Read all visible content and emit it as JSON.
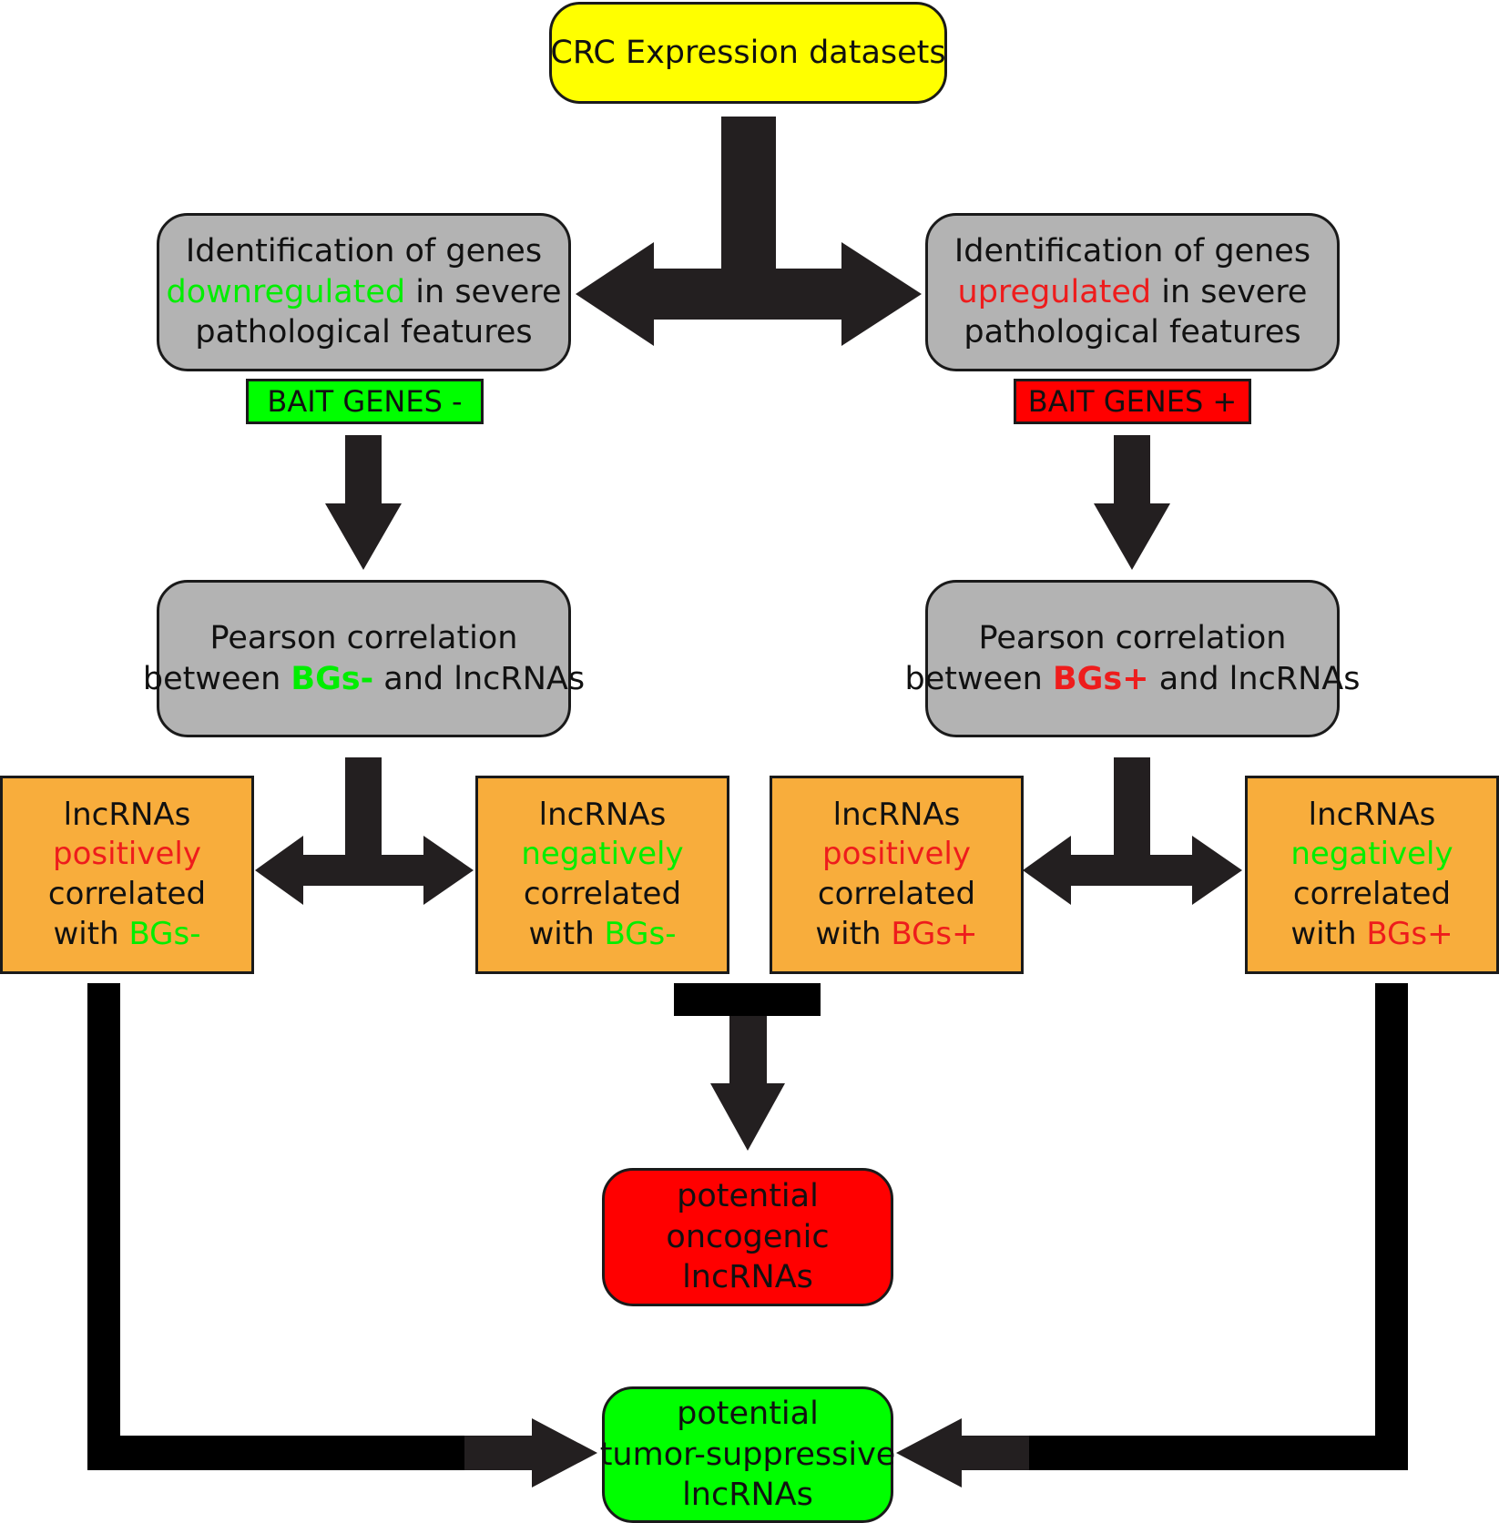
{
  "colors": {
    "start": "#ffff00",
    "process": "#b3b3b3",
    "result": "#f8ad3c",
    "oncogenic": "#ff0000",
    "suppressive": "#00ff00",
    "down_text": "#00ee00",
    "up_text": "#ee1c1c",
    "arrow": "#231f20"
  },
  "start": {
    "label": "CRC Expression datasets"
  },
  "left": {
    "identify": {
      "l1": "Identification of genes",
      "l2a": "downregulated",
      "l2b": " in severe",
      "l3": "pathological features"
    },
    "bait": "BAIT GENES -",
    "pearson": {
      "l1": "Pearson correlation",
      "l2a": "between ",
      "l2b": "BGs-",
      "l2c": " and lncRNAs"
    },
    "pos": {
      "l1": "lncRNAs",
      "l2": "positively",
      "l3": "correlated",
      "l4a": "with ",
      "l4b": "BGs-"
    },
    "neg": {
      "l1": "lncRNAs",
      "l2": "negatively",
      "l3": "correlated",
      "l4a": "with ",
      "l4b": "BGs-"
    }
  },
  "right": {
    "identify": {
      "l1": "Identification of genes",
      "l2a": "upregulated",
      "l2b": " in severe",
      "l3": "pathological features"
    },
    "bait": "BAIT GENES +",
    "pearson": {
      "l1": "Pearson correlation",
      "l2a": "between ",
      "l2b": "BGs+",
      "l2c": " and lncRNAs"
    },
    "pos": {
      "l1": "lncRNAs",
      "l2": "positively",
      "l3": "correlated",
      "l4a": "with ",
      "l4b": "BGs+"
    },
    "neg": {
      "l1": "lncRNAs",
      "l2": "negatively",
      "l3": "correlated",
      "l4a": "with ",
      "l4b": "BGs+"
    }
  },
  "oncogenic": {
    "l1": "potential",
    "l2": "oncogenic",
    "l3": "lncRNAs"
  },
  "suppressive": {
    "l1": "potential",
    "l2": "tumor-suppressive",
    "l3": "lncRNAs"
  }
}
